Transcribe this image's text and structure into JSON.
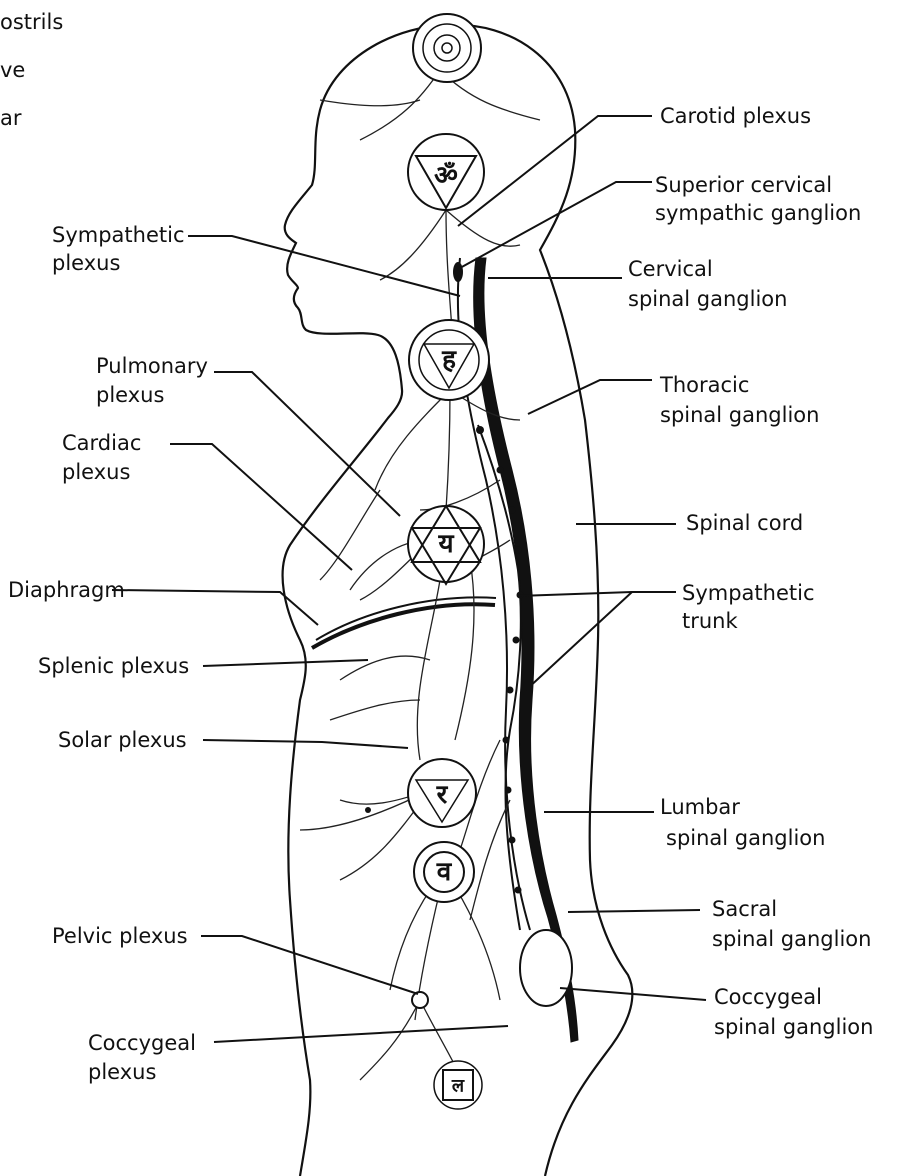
{
  "top_left_fragments": [
    "ostrils",
    "ve",
    "ar"
  ],
  "labels": {
    "carotid_plexus": "Carotid plexus",
    "superior_cervical_1": "Superior cervical",
    "superior_cervical_2": "sympathic ganglion",
    "sympathetic_plexus_1": "Sympathetic",
    "sympathetic_plexus_2": "plexus",
    "cervical_1": "Cervical",
    "cervical_2": "spinal ganglion",
    "pulmonary_1": "Pulmonary",
    "pulmonary_2": "plexus",
    "thoracic_1": "Thoracic",
    "thoracic_2": "spinal ganglion",
    "cardiac_1": "Cardiac",
    "cardiac_2": "plexus",
    "spinal_cord": "Spinal cord",
    "diaphragm": "Diaphragm",
    "sympathetic_trunk_1": "Sympathetic",
    "sympathetic_trunk_2": "trunk",
    "splenic_plexus": "Splenic plexus",
    "solar_plexus": "Solar plexus",
    "lumbar_1": "Lumbar",
    "lumbar_2": "spinal ganglion",
    "sacral_1": "Sacral",
    "sacral_2": "spinal ganglion",
    "pelvic_plexus": "Pelvic plexus",
    "coccygeal_spinal_1": "Coccygeal",
    "coccygeal_spinal_2": "spinal ganglion",
    "coccygeal_plexus_1": "Coccygeal",
    "coccygeal_plexus_2": "plexus"
  },
  "chakra_glyphs": {
    "ajna": "ॐ",
    "vishuddha": "ह",
    "anahata": "य",
    "manipura": "र",
    "svadhisthana": "व",
    "muladhara": "ल"
  }
}
